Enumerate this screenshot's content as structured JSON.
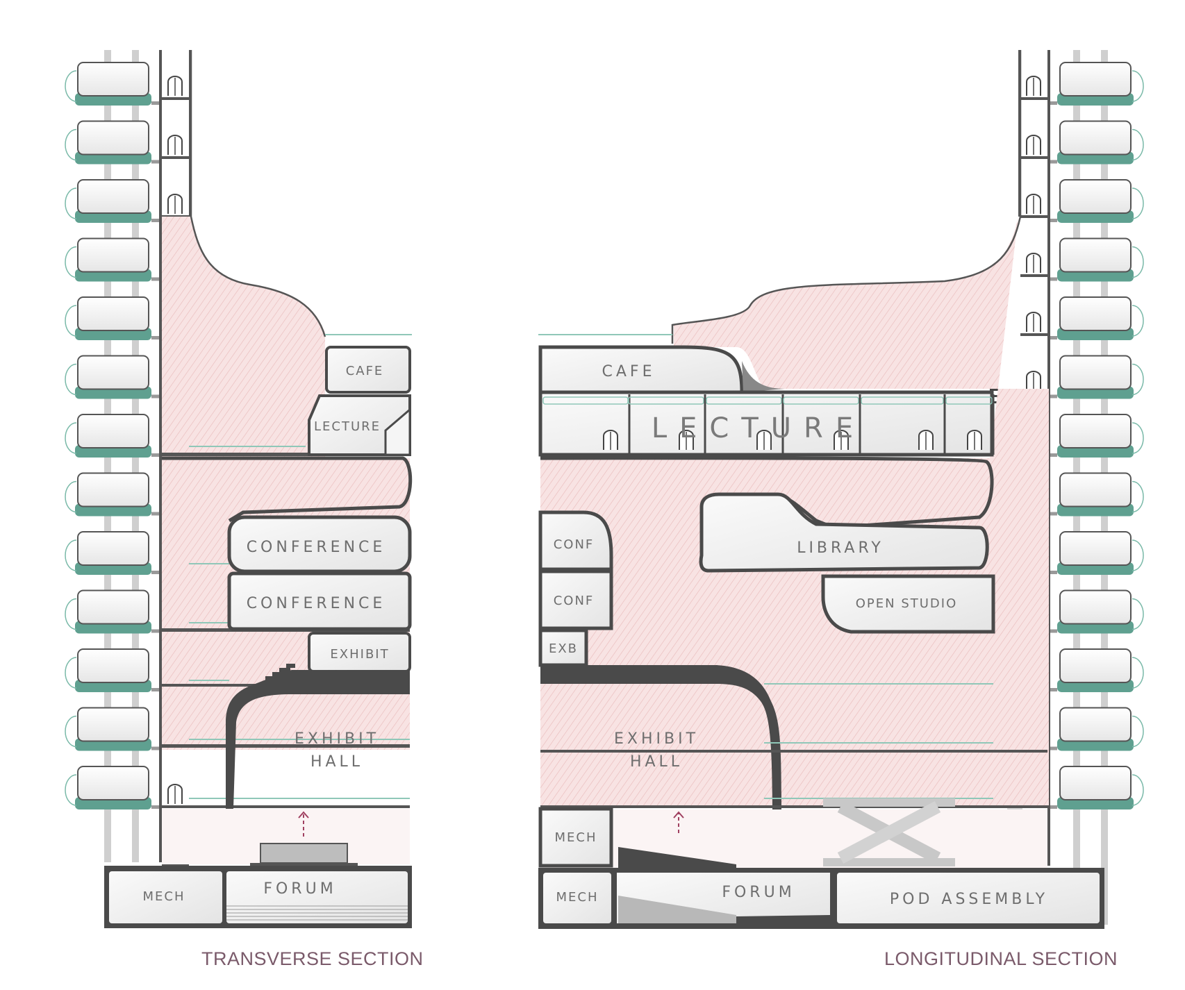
{
  "colors": {
    "wall": "#4a4a4a",
    "pink": "#f6dcdc",
    "pod_green": "#5fa090",
    "pod_outline": "#79b9a8",
    "room_fill": "#f2f2f2",
    "column": "#c8c8c8",
    "arrow": "#a04060",
    "title": "#7a5a6a"
  },
  "transverse": {
    "title": "TRANSVERSE SECTION",
    "rooms": {
      "cafe": "CAFE",
      "lecture": "LECTURE",
      "conference_1": "CONFERENCE",
      "conference_2": "CONFERENCE",
      "exhibit": "EXHIBIT",
      "exhibit_hall_1": "EXHIBIT",
      "exhibit_hall_2": "HALL",
      "forum": "FORUM",
      "mech": "MECH"
    }
  },
  "longitudinal": {
    "title": "LONGITUDINAL SECTION",
    "rooms": {
      "cafe": "CAFE",
      "lecture": "LECTURE",
      "library": "LIBRARY",
      "open_studio": "OPEN STUDIO",
      "conf_1": "CONF",
      "conf_2": "CONF",
      "exb": "EXB",
      "exhibit_hall_1": "EXHIBIT",
      "exhibit_hall_2": "HALL",
      "mech_1": "MECH",
      "mech_2": "MECH",
      "forum": "FORUM",
      "pod_assembly": "POD ASSEMBLY"
    }
  }
}
